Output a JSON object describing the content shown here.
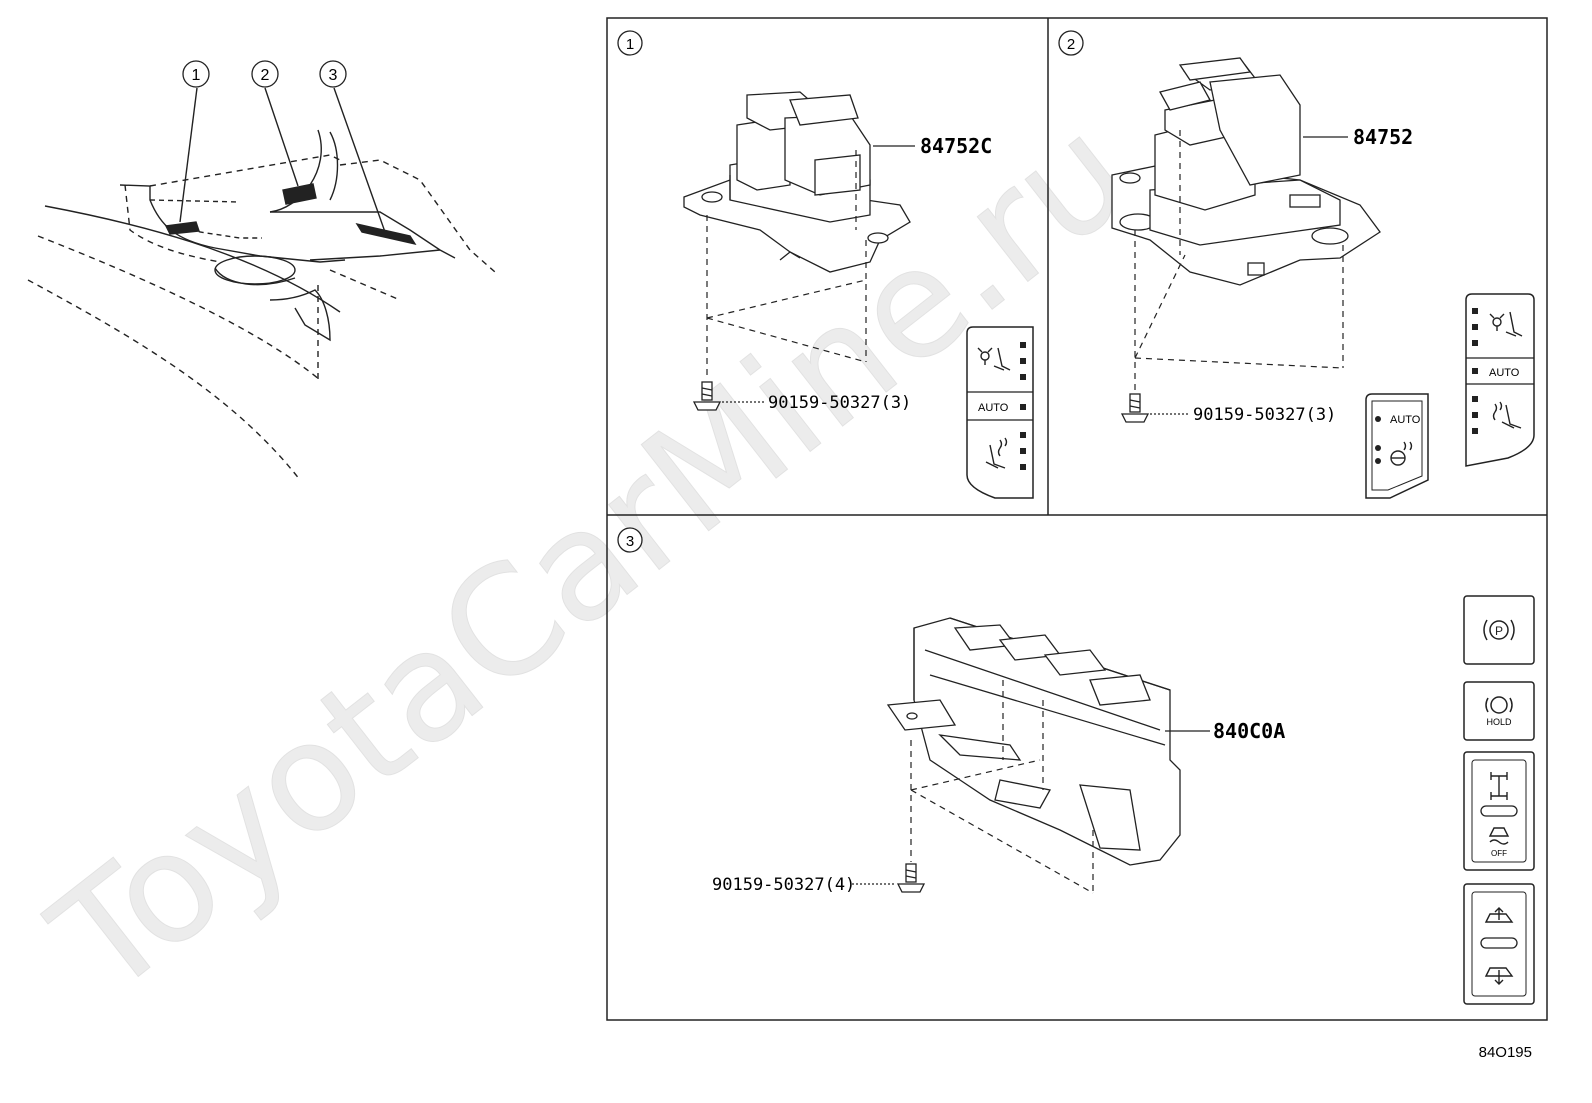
{
  "overview": {
    "callouts": [
      "1",
      "2",
      "3"
    ]
  },
  "panels": [
    {
      "number": "1",
      "part_label": "84752C",
      "screw_label": "90159-50327(3)",
      "switch_label": "AUTO"
    },
    {
      "number": "2",
      "part_label": "84752",
      "screw_label": "90159-50327(3)",
      "switch_label": "AUTO",
      "steering_label": "AUTO"
    },
    {
      "number": "3",
      "part_label": "840C0A",
      "screw_label": "90159-50327(4)",
      "hold_label": "HOLD",
      "off_label": "OFF"
    }
  ],
  "figure_code": "84O195",
  "watermark": "ToyotaCarMine.ru",
  "icons": [
    "parking-brake-icon",
    "brake-hold-icon",
    "trail-mode-icon",
    "traction-off-icon",
    "height-up-icon",
    "height-down-icon",
    "seat-vent-icon",
    "seat-heat-icon",
    "steering-heat-icon"
  ]
}
